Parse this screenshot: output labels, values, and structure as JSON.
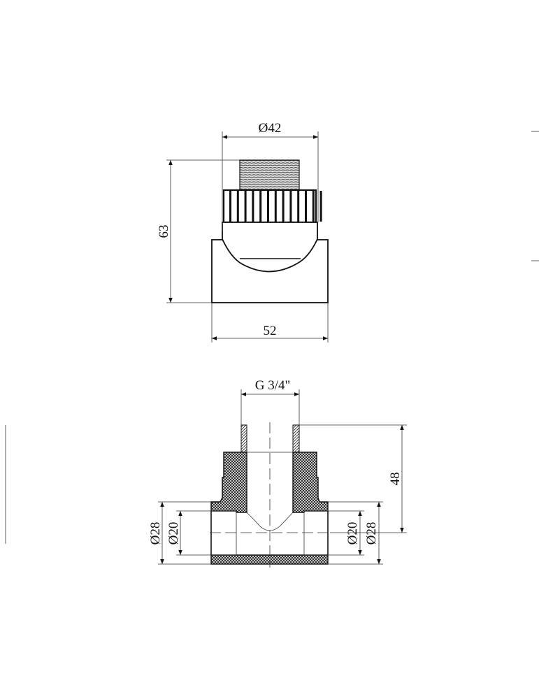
{
  "top_view": {
    "dim_outer_diameter": "Ø42",
    "dim_height": "63",
    "dim_width": "52"
  },
  "section_view": {
    "dim_thread": "G 3/4\"",
    "dim_height": "48",
    "dim_left_outer": "Ø28",
    "dim_left_inner": "Ø20",
    "dim_right_inner": "Ø20",
    "dim_right_outer": "Ø28"
  },
  "colors": {
    "line": "#111111",
    "hatch": "#222222",
    "background": "#ffffff"
  }
}
